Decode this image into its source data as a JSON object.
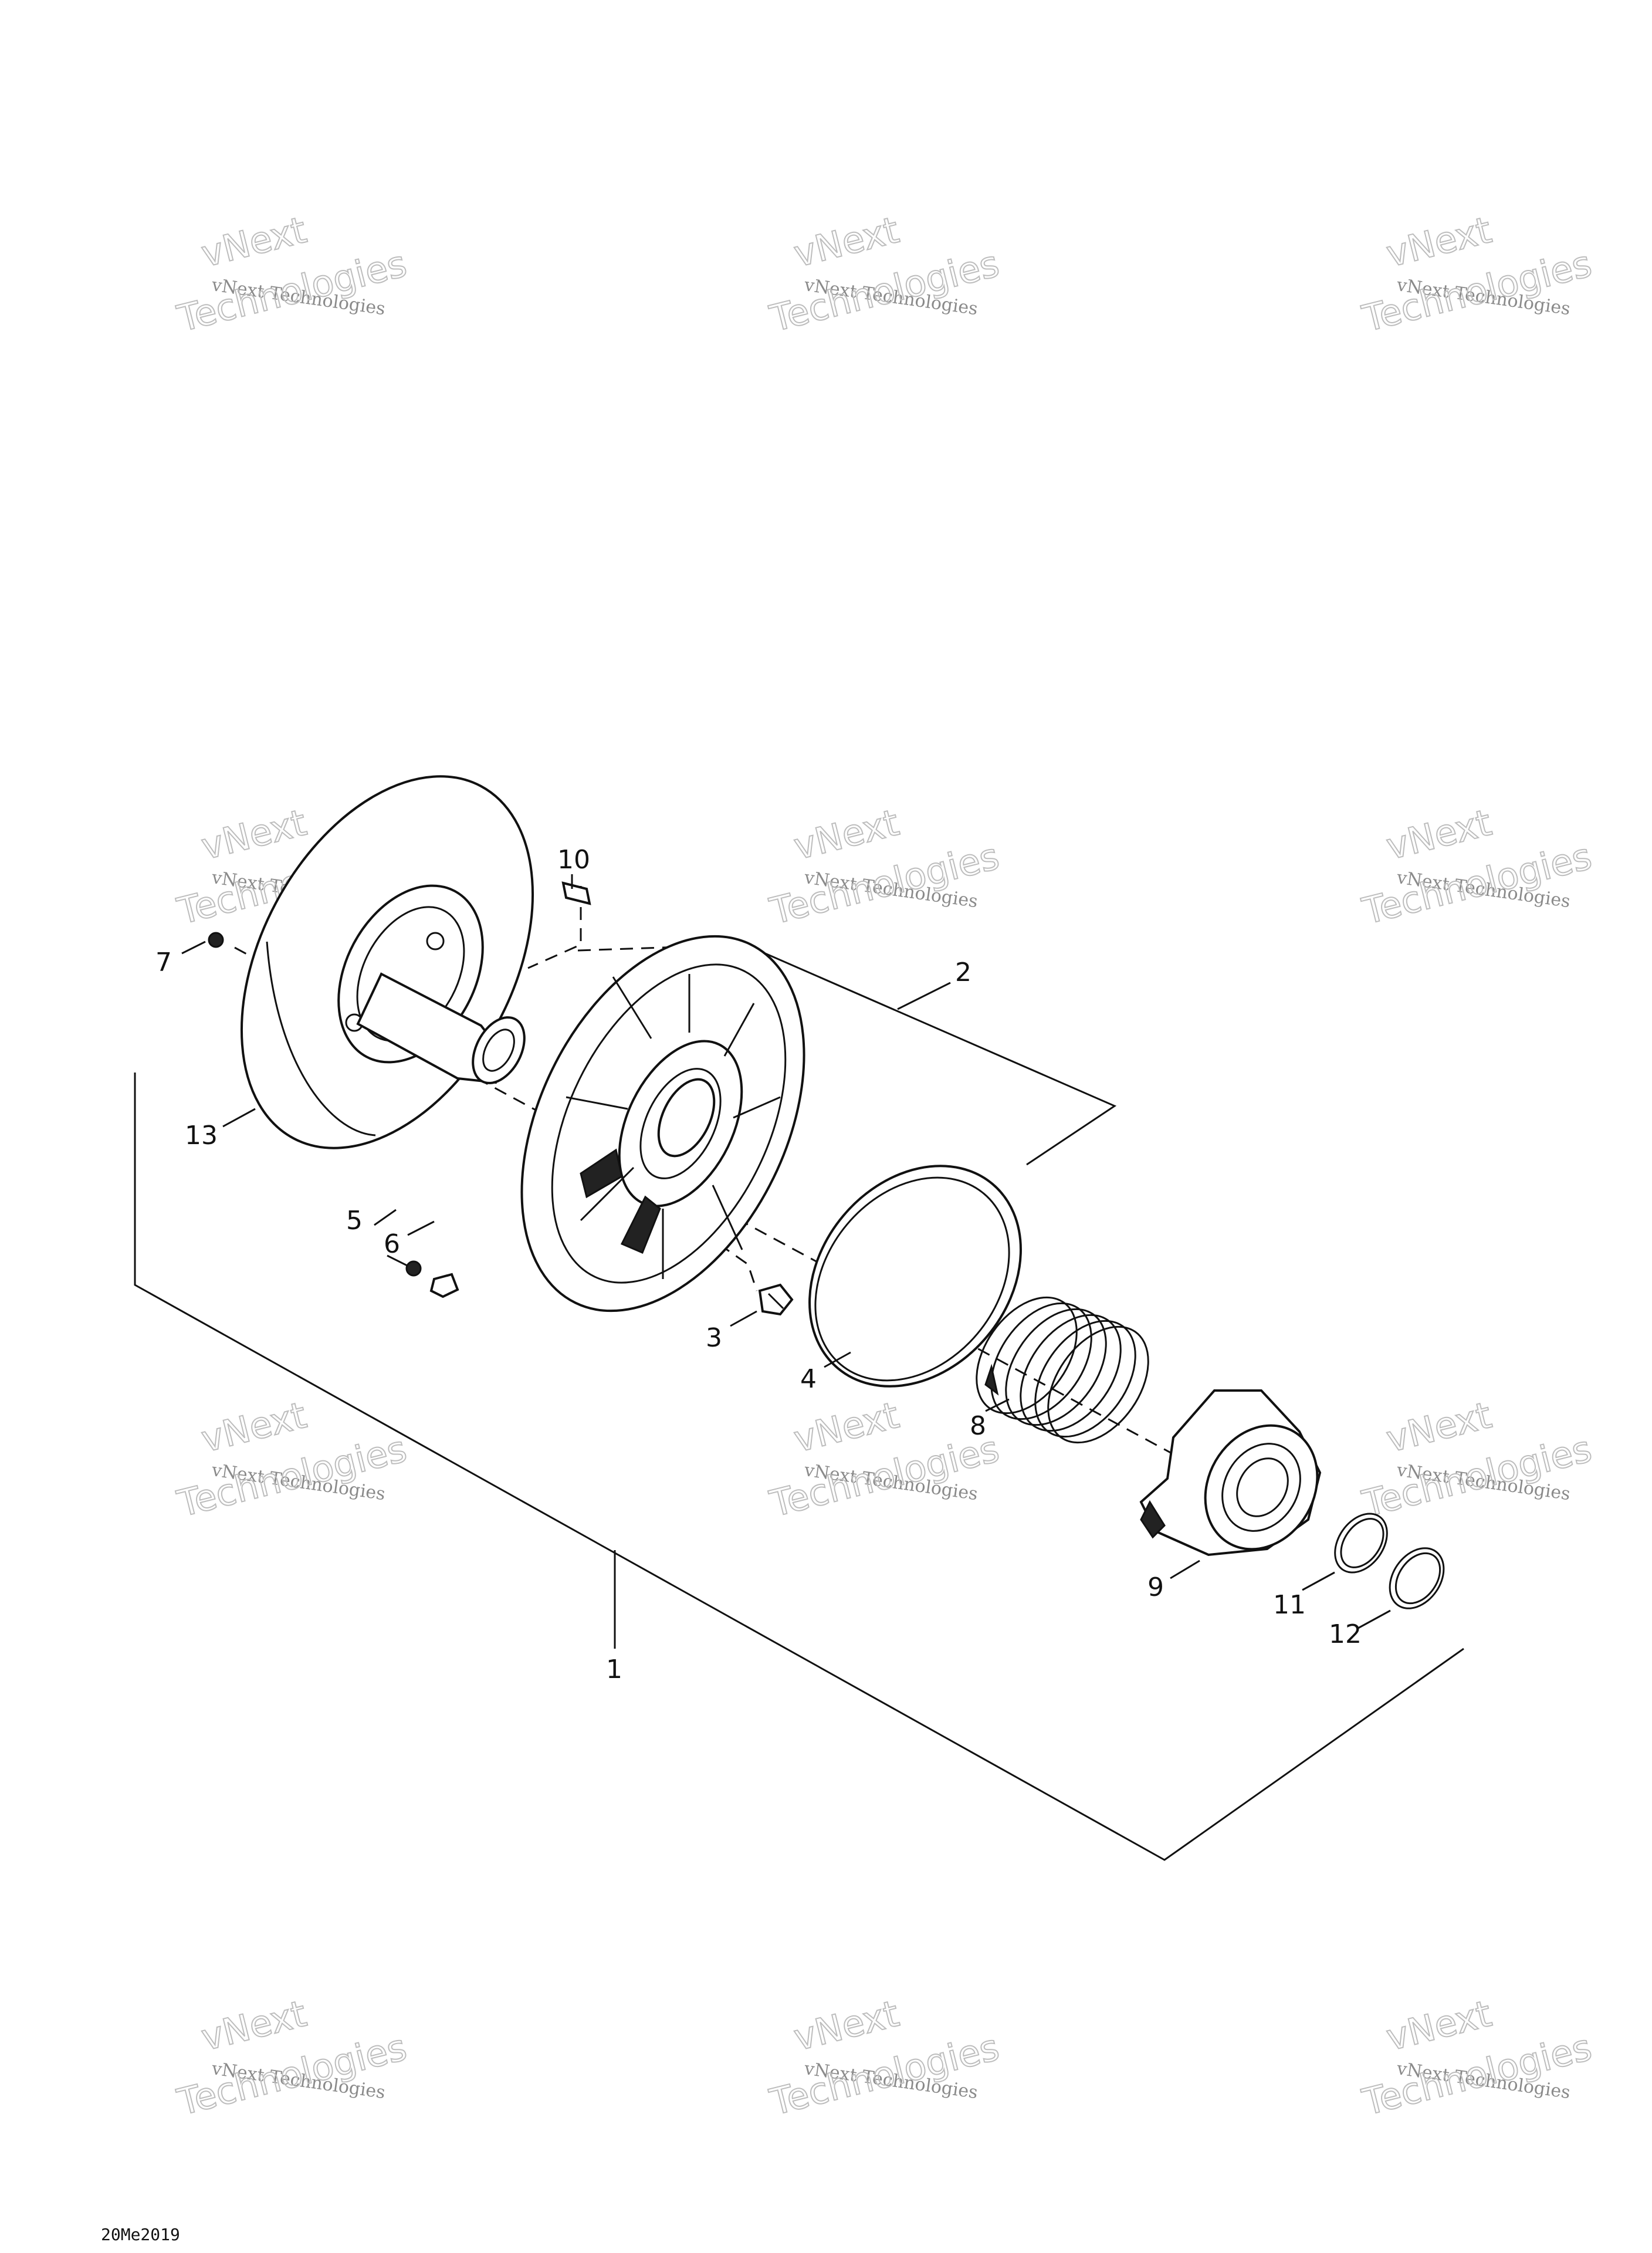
{
  "watermark": {
    "line1": "vNext Technologies",
    "line2": "vNext",
    "line3": "Technologies"
  },
  "callouts": [
    "1",
    "2",
    "3",
    "4",
    "5",
    "6",
    "7",
    "8",
    "9",
    "10",
    "11",
    "12",
    "13"
  ],
  "reference_code": "20Me2019"
}
